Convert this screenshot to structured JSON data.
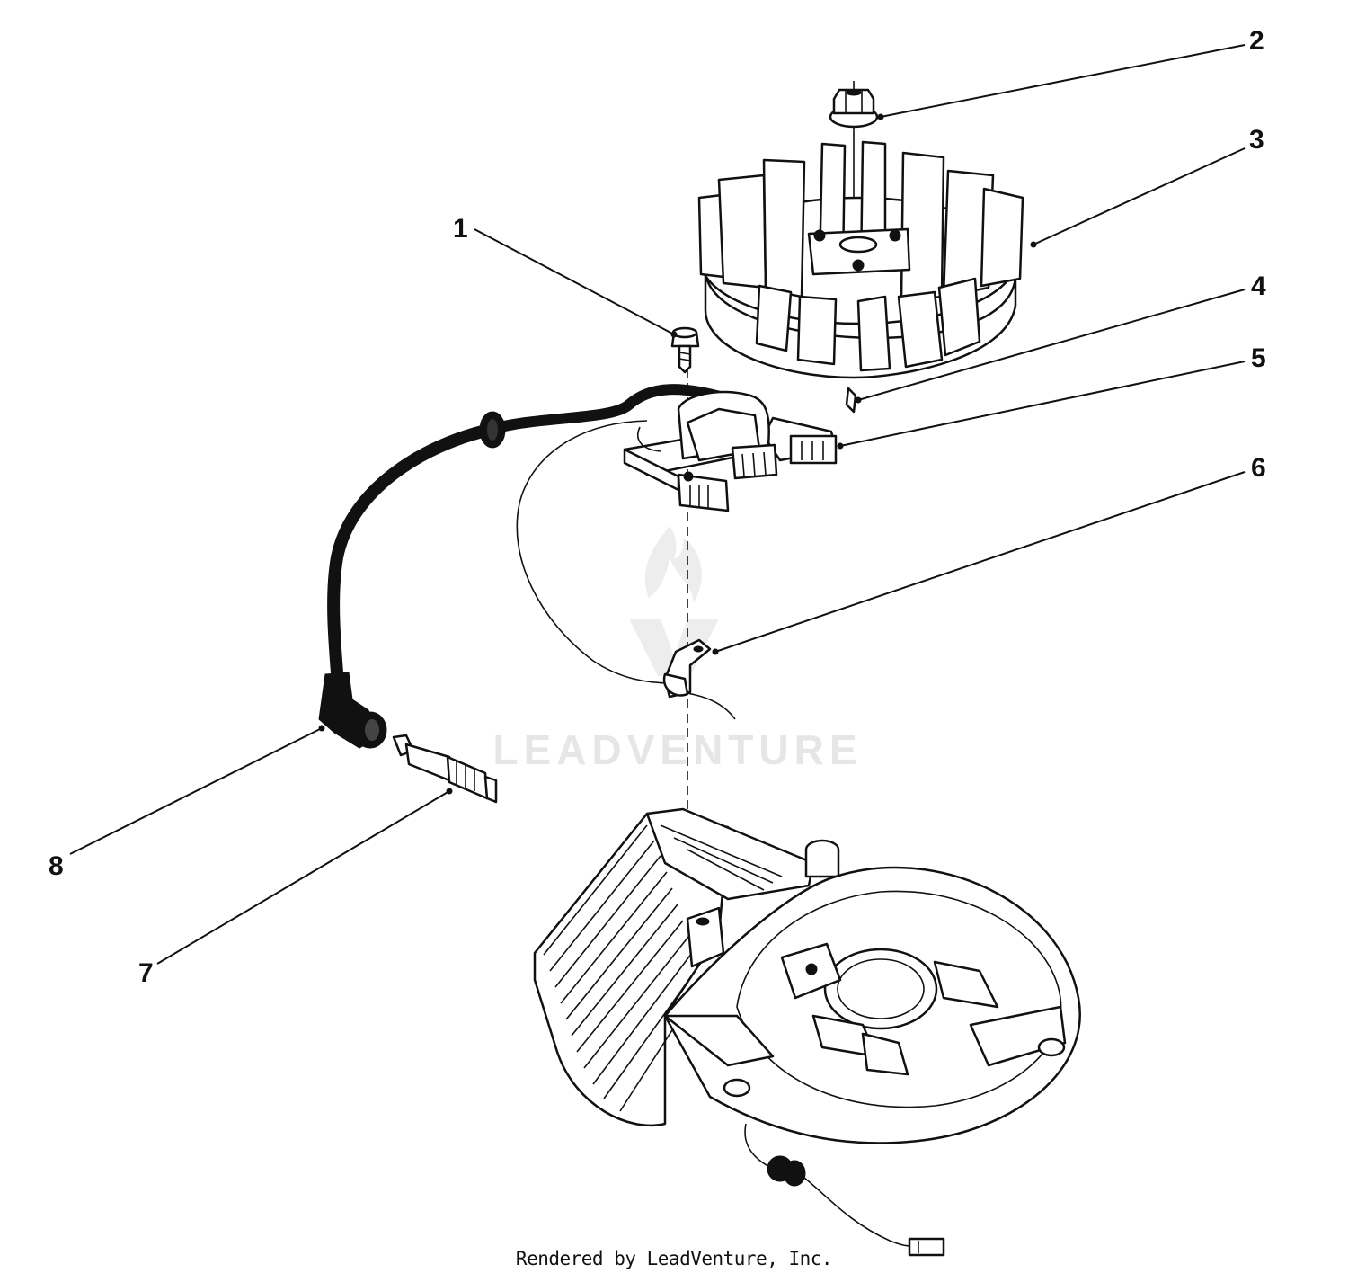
{
  "callouts": [
    {
      "id": "1",
      "label": "1"
    },
    {
      "id": "2",
      "label": "2"
    },
    {
      "id": "3",
      "label": "3"
    },
    {
      "id": "4",
      "label": "4"
    },
    {
      "id": "5",
      "label": "5"
    },
    {
      "id": "6",
      "label": "6"
    },
    {
      "id": "7",
      "label": "7"
    },
    {
      "id": "8",
      "label": "8"
    }
  ],
  "watermark": {
    "text": "LEADVENTURE"
  },
  "footer": {
    "text": "Rendered by LeadVenture, Inc."
  },
  "colors": {
    "ink": "#111111",
    "watermark": "#e6e6e6",
    "background": "#ffffff"
  }
}
